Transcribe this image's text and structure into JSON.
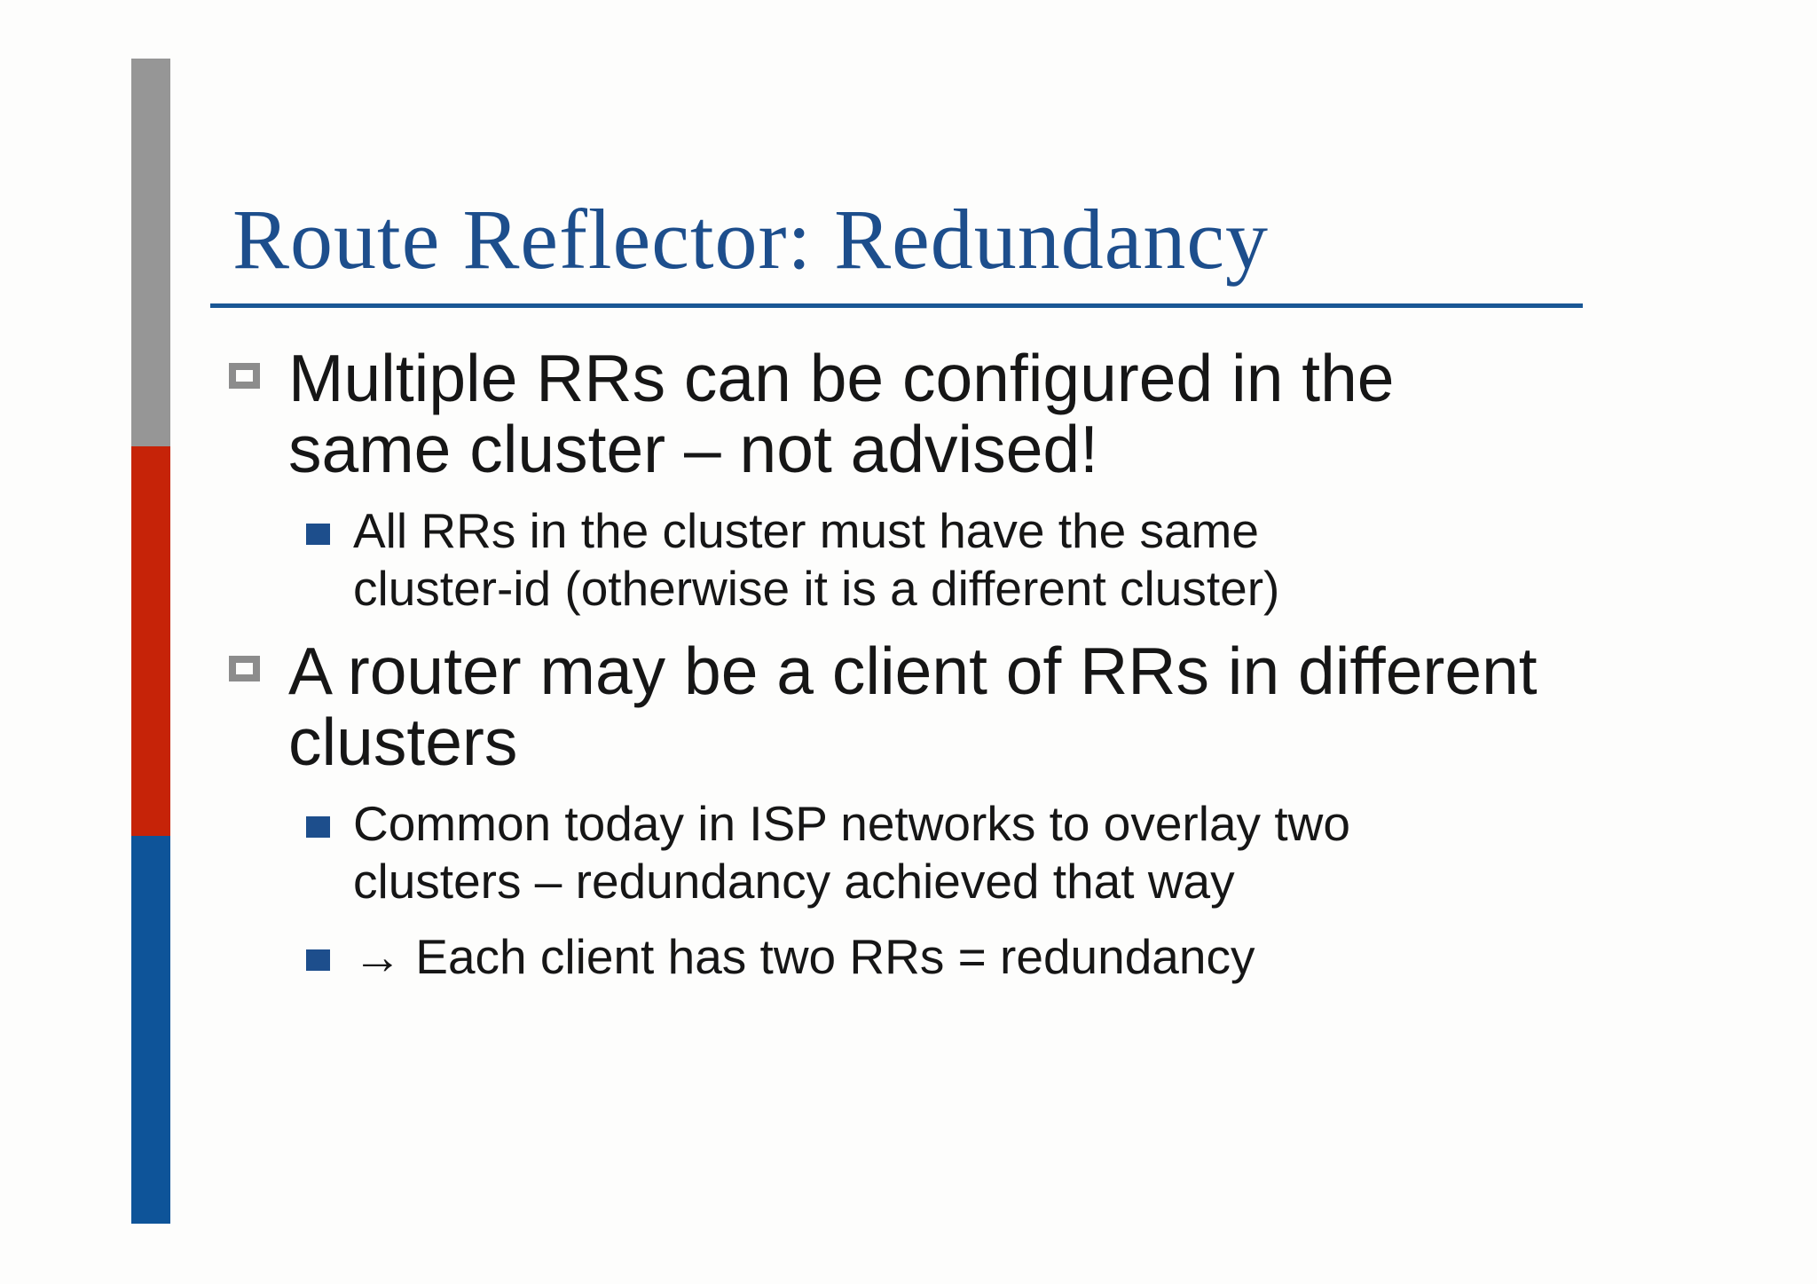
{
  "slide": {
    "title": "Route Reflector: Redundancy",
    "colors": {
      "title_blue": "#1d4e8c",
      "rule_blue": "#1a5795",
      "bar_gray": "#969696",
      "bar_red": "#c62308",
      "bar_blue": "#0e5499",
      "bullet_gray": "#8c8c8c",
      "bullet_blue": "#1d4e8c"
    },
    "bullets": [
      {
        "level": 1,
        "lines": {
          "0": "Multiple RRs can be configured in the",
          "1": "same cluster – not advised!"
        }
      },
      {
        "level": 2,
        "lines": {
          "0": "All RRs in the cluster must have the same",
          "1": "cluster-id (otherwise it is a different cluster)"
        }
      },
      {
        "level": 1,
        "lines": {
          "0": "A router may be a client of RRs in different",
          "1": "clusters"
        }
      },
      {
        "level": 2,
        "lines": {
          "0": "Common today in ISP networks to overlay two",
          "1": "clusters – redundancy achieved that way"
        }
      },
      {
        "level": 2,
        "lines": {
          "0": "→ Each client has two RRs = redundancy"
        }
      }
    ]
  }
}
